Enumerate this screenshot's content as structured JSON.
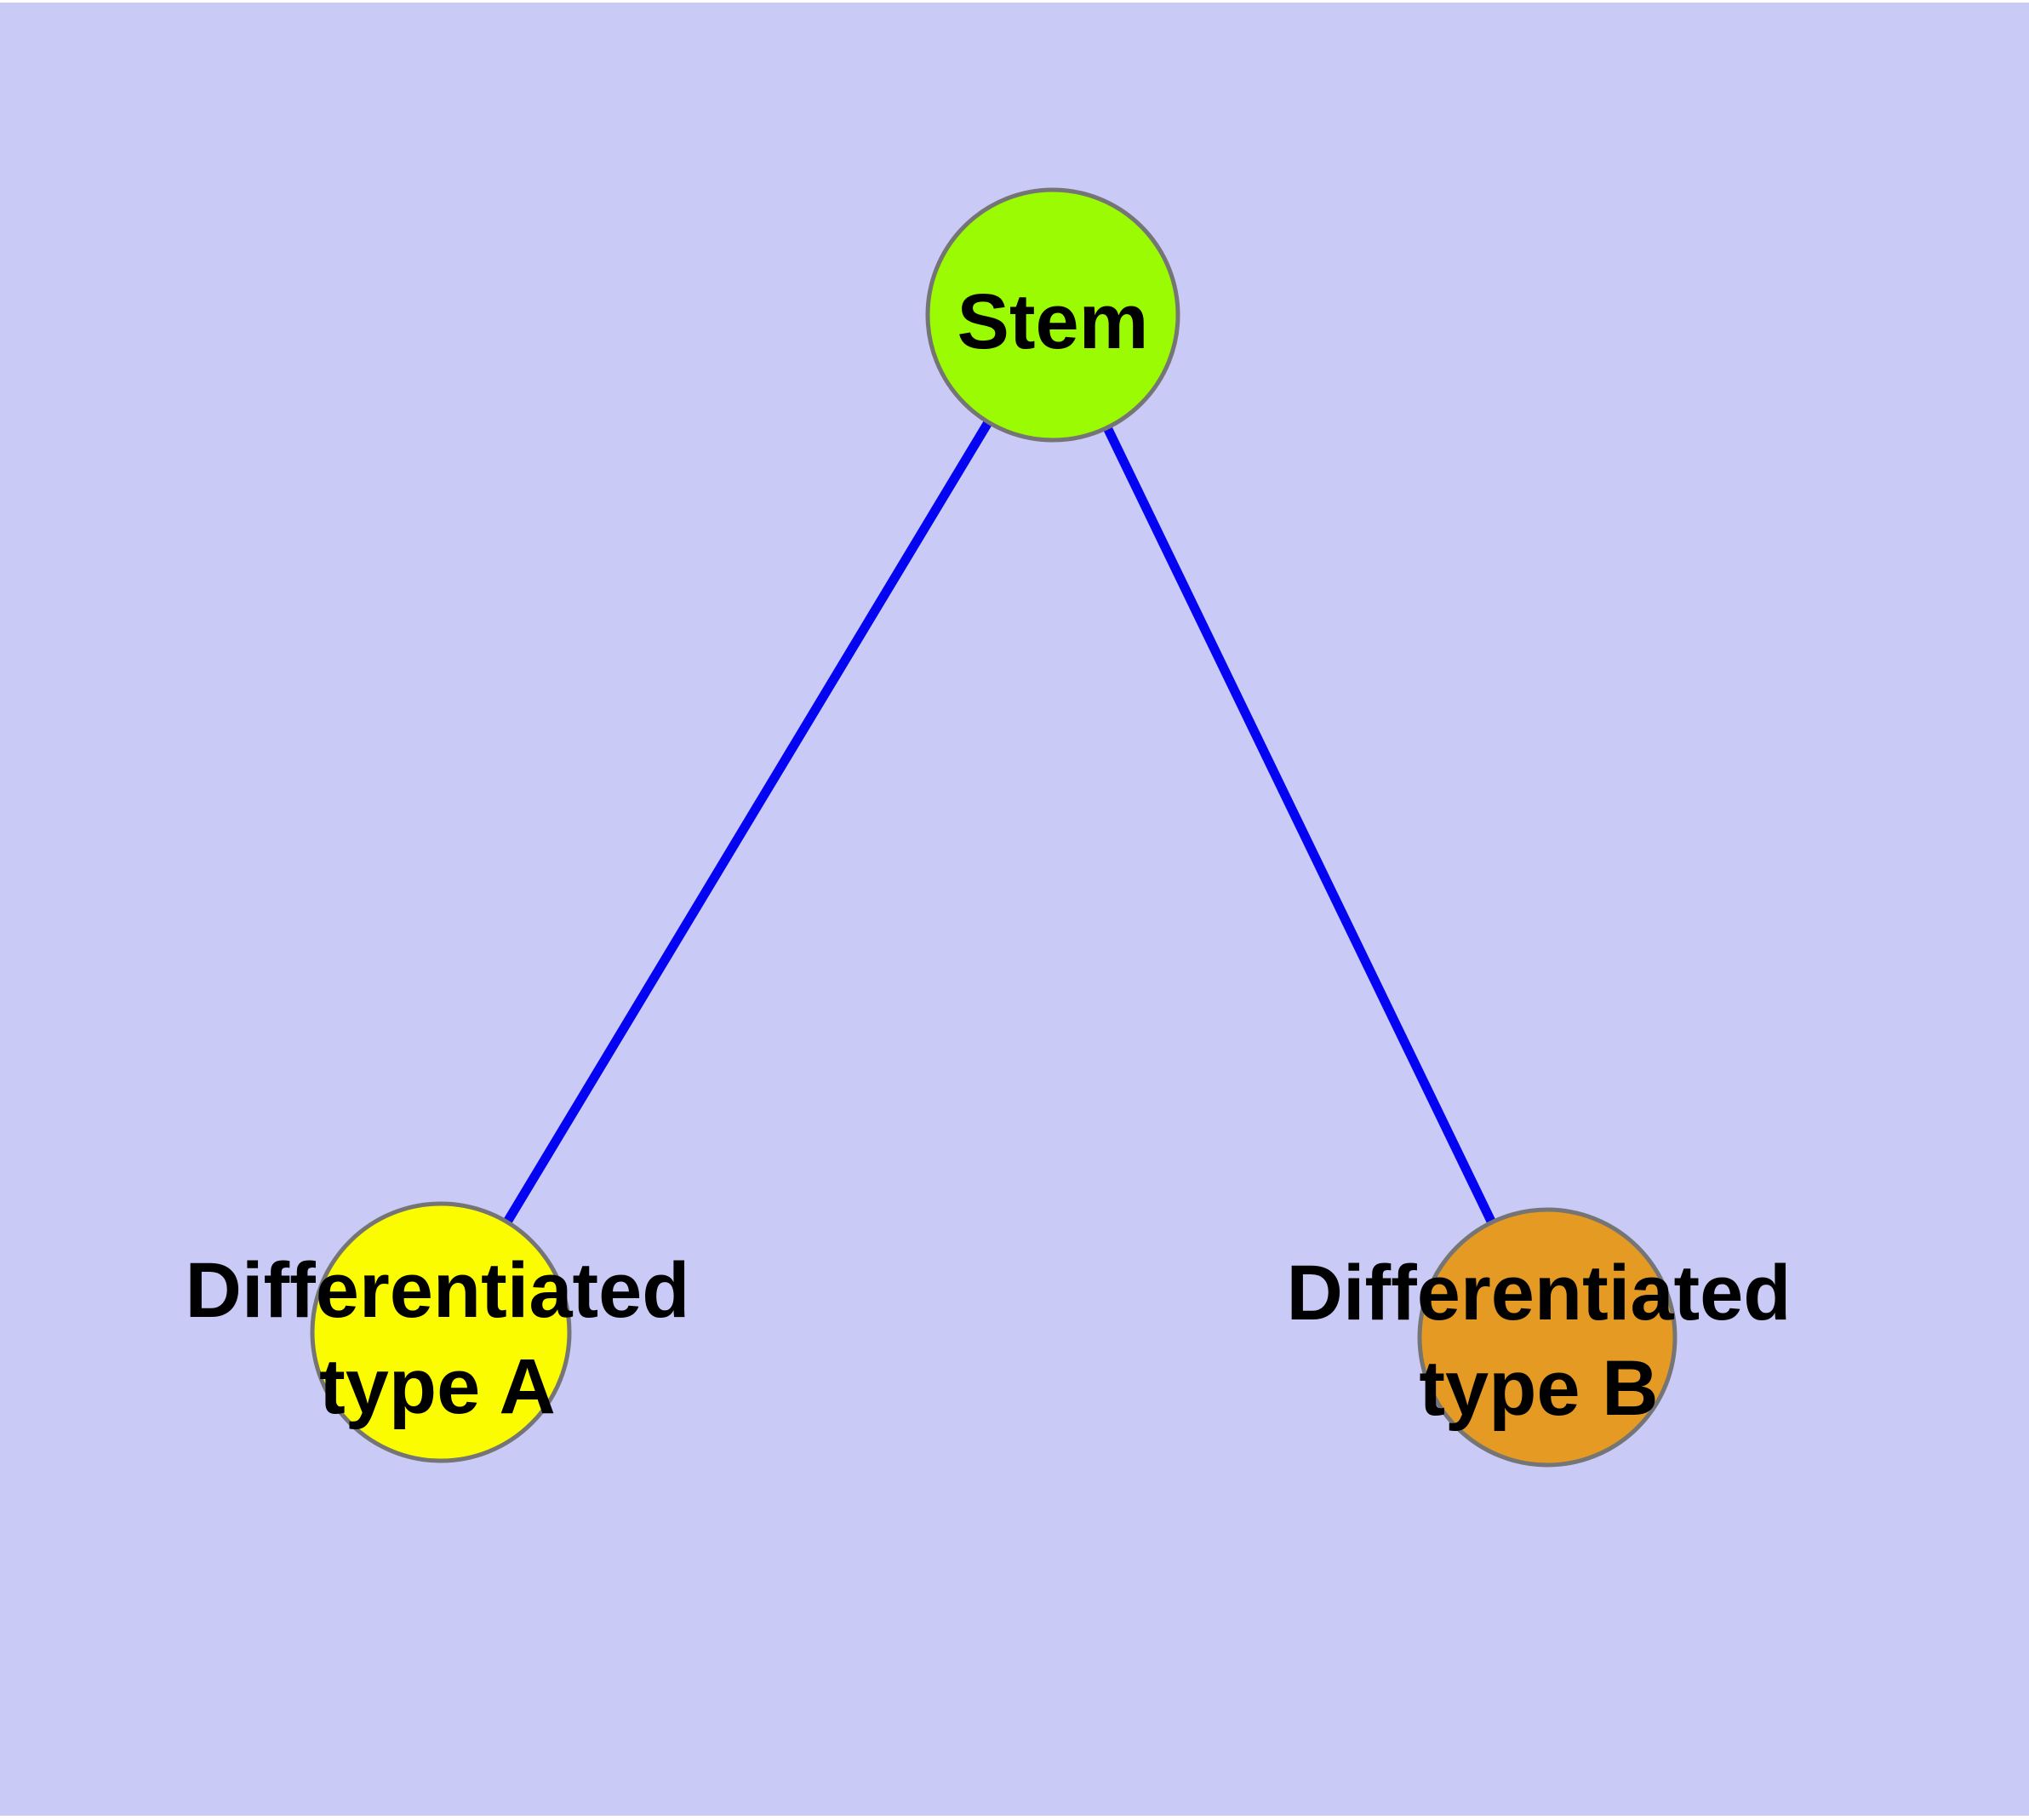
{
  "diagram": {
    "type": "node-link-graph",
    "colors": {
      "background": "#CACAF6",
      "page_margin": "#FFFFFF",
      "edge": "#0404F2",
      "node_border": "#757575",
      "label_text": "#000000"
    },
    "nodes": [
      {
        "id": "stem",
        "label_lines": {
          "0": "Stem"
        },
        "fill": "#9AFB02"
      },
      {
        "id": "differentiated-type-a",
        "label_lines": {
          "0": "Differentiated",
          "1": "type A"
        },
        "fill": "#FCFC00"
      },
      {
        "id": "differentiated-type-b",
        "label_lines": {
          "0": "Differentiated",
          "1": "type B"
        },
        "fill": "#E59A23"
      }
    ],
    "edges": [
      {
        "from": "stem",
        "to": "differentiated-type-a"
      },
      {
        "from": "stem",
        "to": "differentiated-type-b"
      }
    ]
  }
}
